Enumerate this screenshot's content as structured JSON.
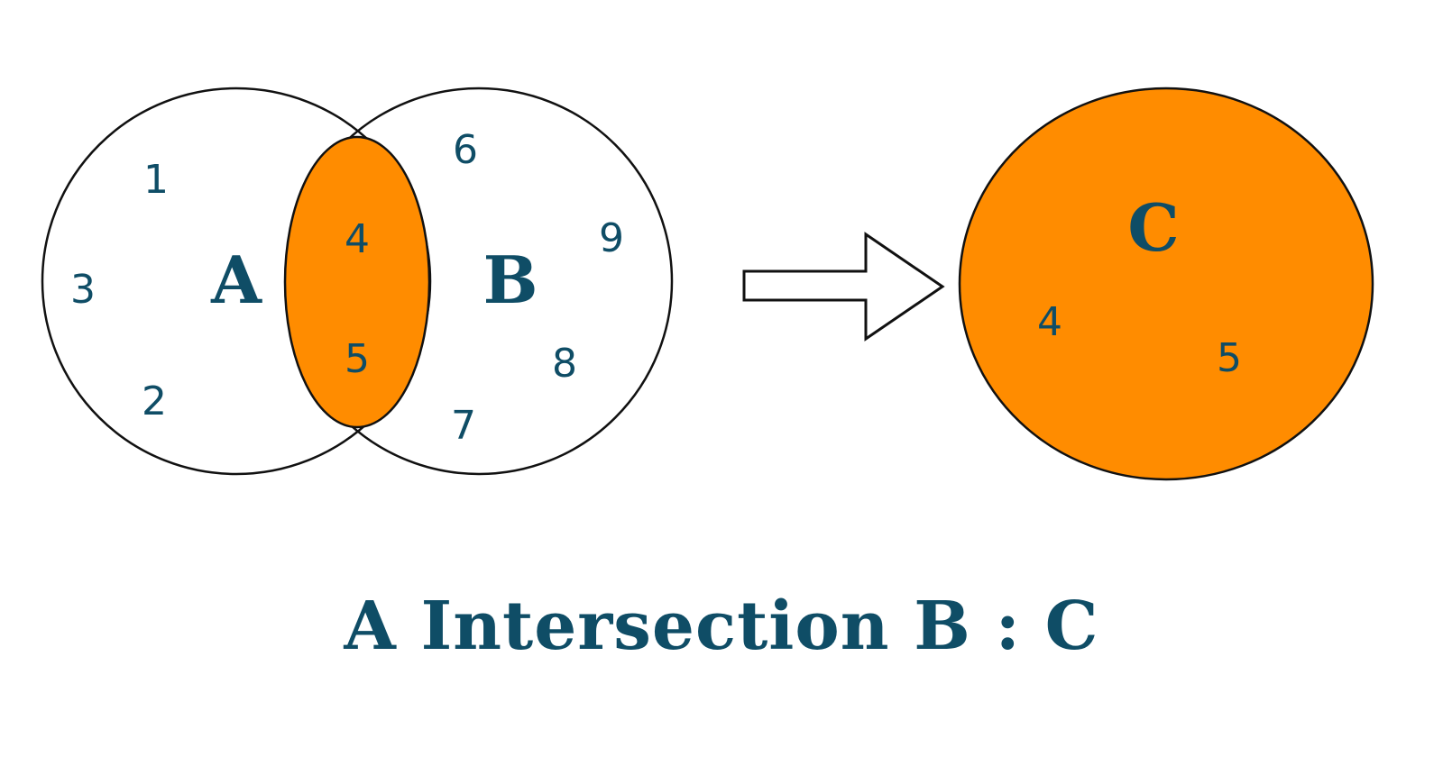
{
  "colors": {
    "intersection_fill": "#ff8c00",
    "text": "#0f4d66",
    "outline": "#111111",
    "background": "#ffffff"
  },
  "venn": {
    "set_a": {
      "label": "A",
      "only_elements": [
        "1",
        "3",
        "2"
      ]
    },
    "set_b": {
      "label": "B",
      "only_elements": [
        "6",
        "9",
        "8",
        "7"
      ]
    },
    "intersection": {
      "elements": [
        "4",
        "5"
      ]
    }
  },
  "arrow": {
    "icon": "right-arrow-icon"
  },
  "result": {
    "label": "C",
    "elements": [
      "4",
      "5"
    ]
  },
  "caption": "A Intersection B : C"
}
